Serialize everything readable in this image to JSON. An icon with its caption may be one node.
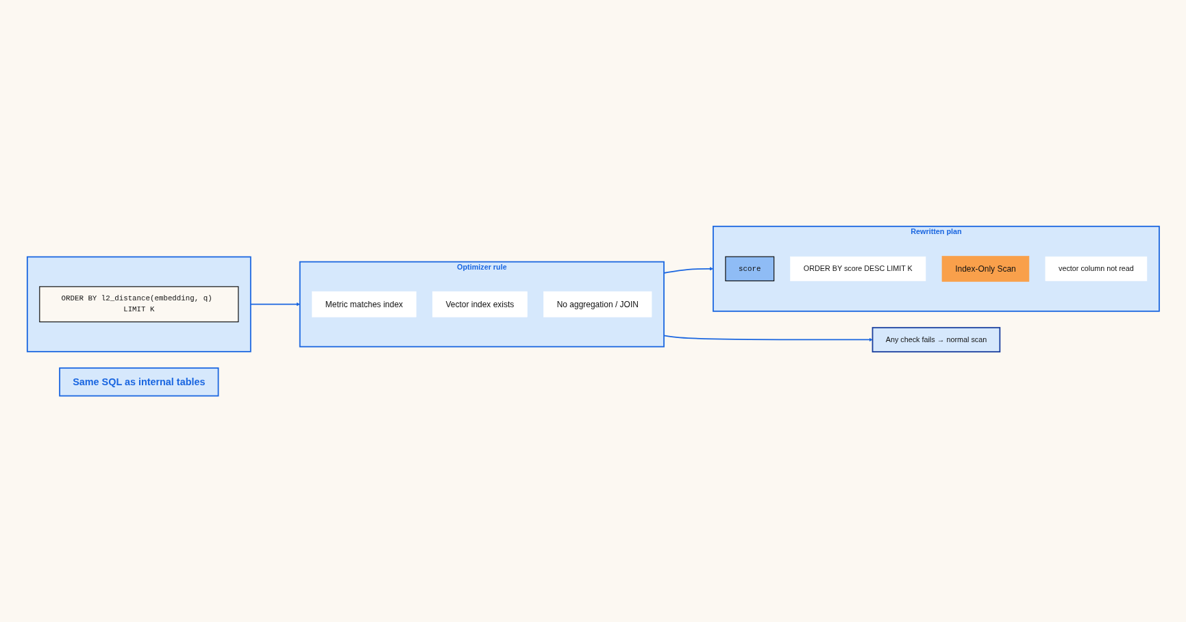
{
  "diagram": {
    "nodes": [
      {
        "text": [],
        "shape": "box"
      },
      {
        "text": [
          "ORDER BY l2_distance(embedding, q) LIMIT K"
        ],
        "in": 0
      },
      {
        "text": [
          "Optimizer rule"
        ]
      },
      {
        "text": [
          "Metric matches index"
        ],
        "in": 2
      },
      {
        "text": [
          "Vector index exists"
        ],
        "in": 2
      },
      {
        "text": [
          "No aggregation / JOIN"
        ],
        "in": 2
      },
      {
        "text": [
          "Rewritten plan"
        ]
      },
      {
        "text": [
          "score"
        ],
        "in": 6
      },
      {
        "text": [
          "ORDER BY score DESC LIMIT K"
        ],
        "in": 6
      },
      {
        "text": [
          "Index-Only Scan"
        ],
        "in": 6
      },
      {
        "text": [
          "vector column not read"
        ],
        "in": 6
      },
      {
        "text": [
          "Any check fails → normal scan"
        ]
      },
      {
        "text": [
          "Same SQL as internal tables"
        ]
      }
    ],
    "edges": [
      {
        "from": 0,
        "to": 2,
        "arrow": "to"
      },
      {
        "from": 2,
        "to": 6,
        "arrow": "to"
      },
      {
        "from": 2,
        "to": 11,
        "arrow": "to"
      }
    ]
  }
}
